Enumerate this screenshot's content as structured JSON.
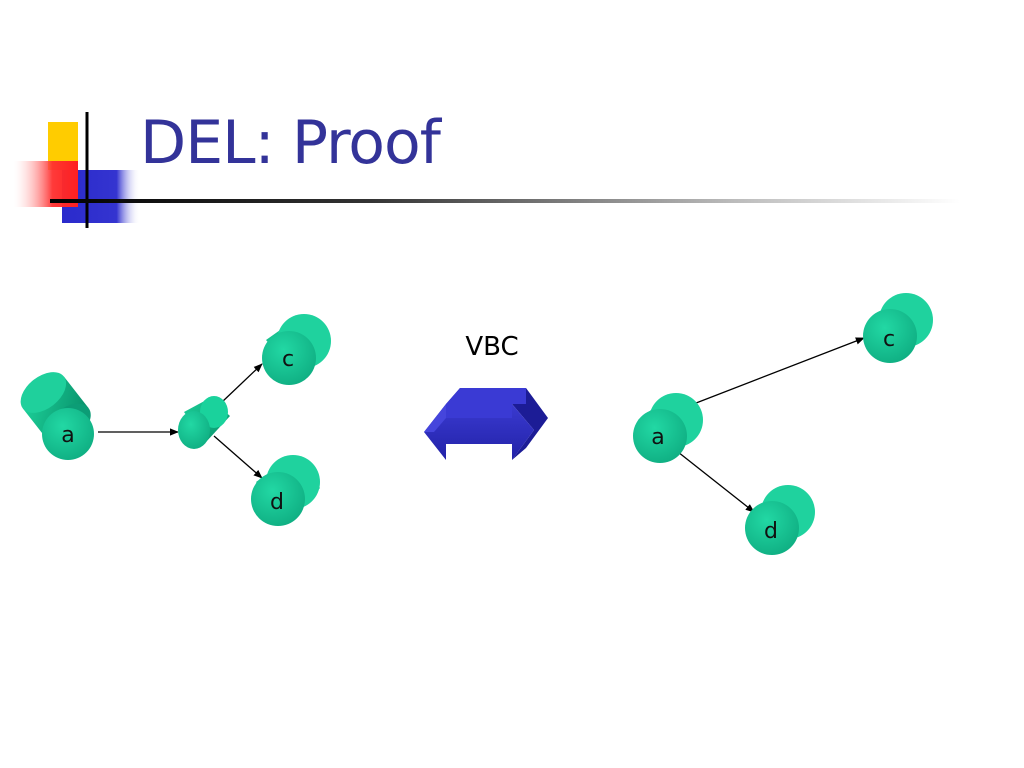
{
  "slide": {
    "title": "DEL: Proof"
  },
  "diagram": {
    "transform_label": "VBC",
    "left_graph": {
      "nodes": [
        "a",
        "",
        "c",
        "d"
      ],
      "edges": [
        [
          "a",
          "mid"
        ],
        [
          "mid",
          "c"
        ],
        [
          "mid",
          "d"
        ]
      ]
    },
    "right_graph": {
      "nodes": [
        "a",
        "c",
        "d"
      ],
      "edges": [
        [
          "a",
          "c"
        ],
        [
          "a",
          "d"
        ]
      ]
    }
  },
  "colors": {
    "title": "#333399",
    "node": "#10b68a",
    "node_dark": "#0b8f6c",
    "arrow": "#2424b0",
    "logo_yellow": "#ffcc00",
    "logo_red": "#ff3333",
    "logo_blue": "#3333cc"
  }
}
